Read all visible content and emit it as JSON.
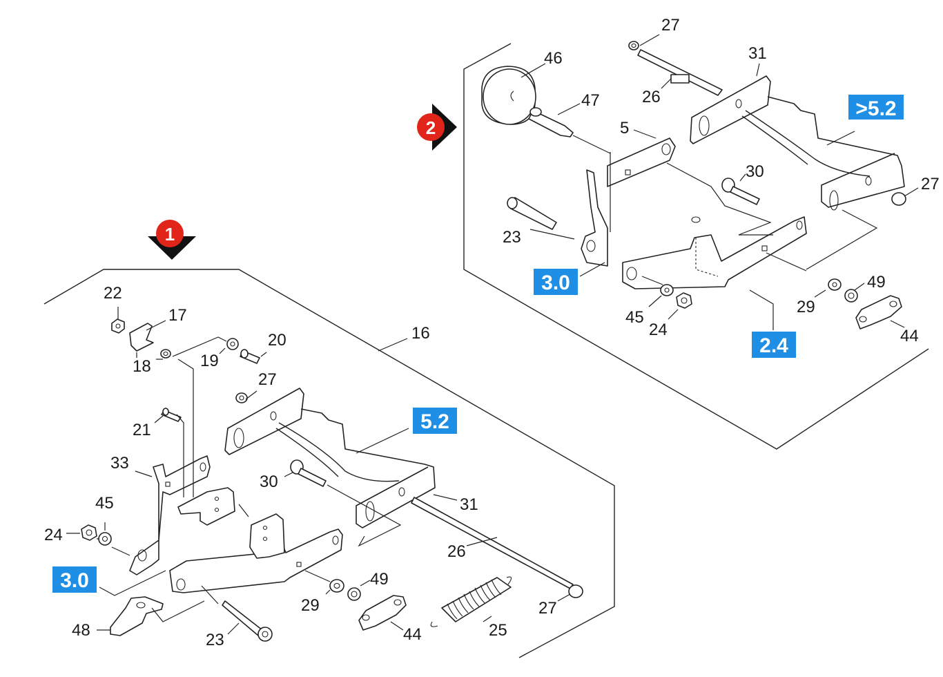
{
  "colors": {
    "marker_red": "#e1251b",
    "marker_black": "#111111",
    "reference_blue": "#1f8fe6",
    "line": "#222222",
    "background": "#ffffff"
  },
  "markers": [
    {
      "id": "marker-1",
      "text": "1",
      "pointer": "down-arrow"
    },
    {
      "id": "marker-2",
      "text": "2",
      "pointer": "right-arrow"
    }
  ],
  "references": [
    {
      "id": "ref-5-2-top",
      "text": ">5.2"
    },
    {
      "id": "ref-3-0-top",
      "text": "3.0"
    },
    {
      "id": "ref-2-4-top",
      "text": "2.4"
    },
    {
      "id": "ref-5-2-bottom",
      "text": "5.2"
    },
    {
      "id": "ref-3-0-bottom",
      "text": "3.0"
    }
  ],
  "labels": {
    "top": [
      "27",
      "31",
      "46",
      "47",
      "26",
      "5",
      "30",
      "27",
      "23",
      "49",
      "29",
      "45",
      "24",
      "44"
    ],
    "bottom": [
      "22",
      "17",
      "20",
      "18",
      "19",
      "16",
      "27",
      "21",
      "33",
      "30",
      "31",
      "45",
      "24",
      "26",
      "49",
      "29",
      "27",
      "44",
      "48",
      "23",
      "25"
    ]
  }
}
